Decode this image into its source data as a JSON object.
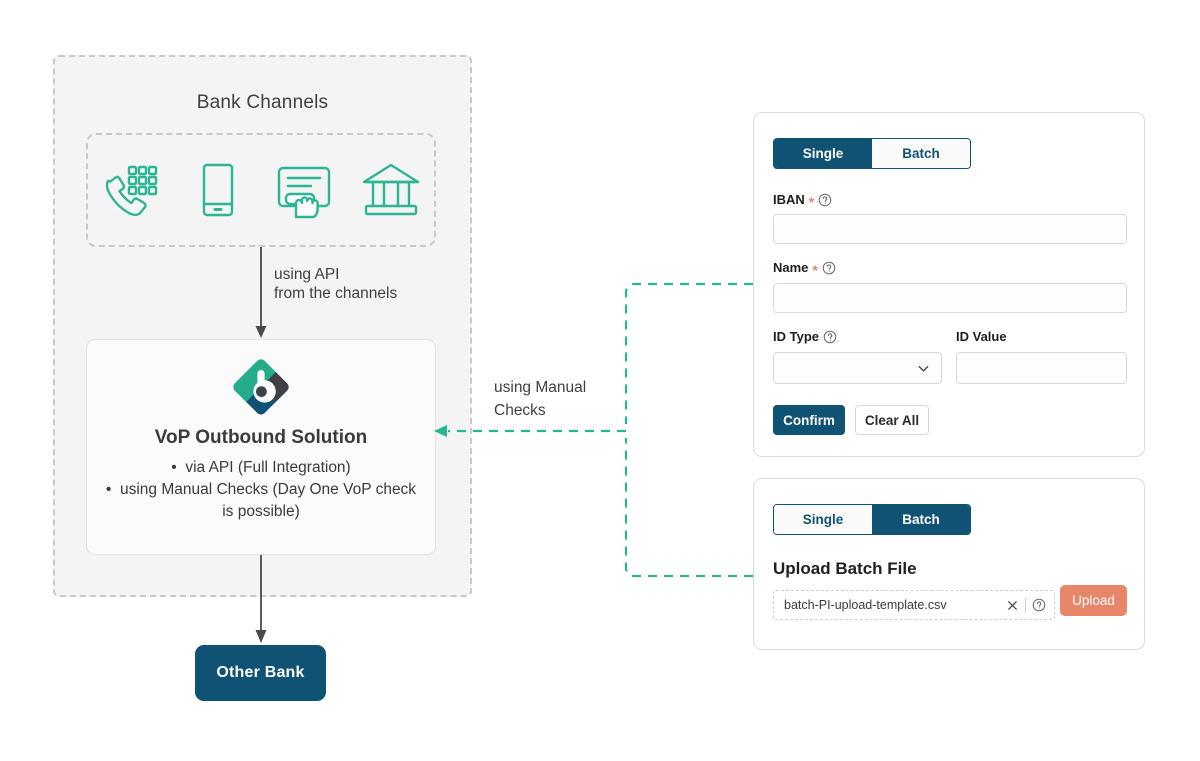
{
  "diagram": {
    "group_title": "Bank Channels",
    "channel_icons": [
      {
        "name": "phone-keypad-icon",
        "label": "Phone / Call Center"
      },
      {
        "name": "mobile-phone-icon",
        "label": "Mobile Banking"
      },
      {
        "name": "online-banking-click-icon",
        "label": "Online Banking"
      },
      {
        "name": "bank-branch-icon",
        "label": "Branch"
      }
    ],
    "api_arrow_label": "using API\nfrom the channels",
    "manual_arrow_label": "using Manual\nChecks",
    "vop": {
      "title": "VoP Outbound Solution",
      "bullets": [
        "via API (Full Integration)",
        "using Manual Checks (Day One VoP check is possible)"
      ]
    },
    "other_bank_label": "Other Bank"
  },
  "single_panel": {
    "tabs": [
      {
        "label": "Single",
        "active": true
      },
      {
        "label": "Batch",
        "active": false
      }
    ],
    "fields": [
      {
        "label": "IBAN",
        "required": true,
        "help": true,
        "value": "",
        "placeholder": ""
      },
      {
        "label": "Name",
        "required": true,
        "help": true,
        "value": "",
        "placeholder": ""
      },
      {
        "label": "ID Type",
        "required": false,
        "help": true,
        "value": "",
        "placeholder": ""
      },
      {
        "label": "ID Value",
        "required": false,
        "help": false,
        "value": "",
        "placeholder": ""
      }
    ],
    "required_marker": "*",
    "confirm_label": "Confirm",
    "clear_label": "Clear All"
  },
  "batch_panel": {
    "tabs": [
      {
        "label": "Single",
        "active": false
      },
      {
        "label": "Batch",
        "active": true
      }
    ],
    "upload_title": "Upload Batch File",
    "file_name": "batch-PI-upload-template.csv",
    "upload_label": "Upload"
  },
  "colors": {
    "accent_teal": "#2bb592",
    "brand_navy": "#0f5273",
    "coral": "#e8866a",
    "panel_bg": "#f4f4f4",
    "dash_gray": "#c9c9c9",
    "text": "#3a3a3c"
  }
}
